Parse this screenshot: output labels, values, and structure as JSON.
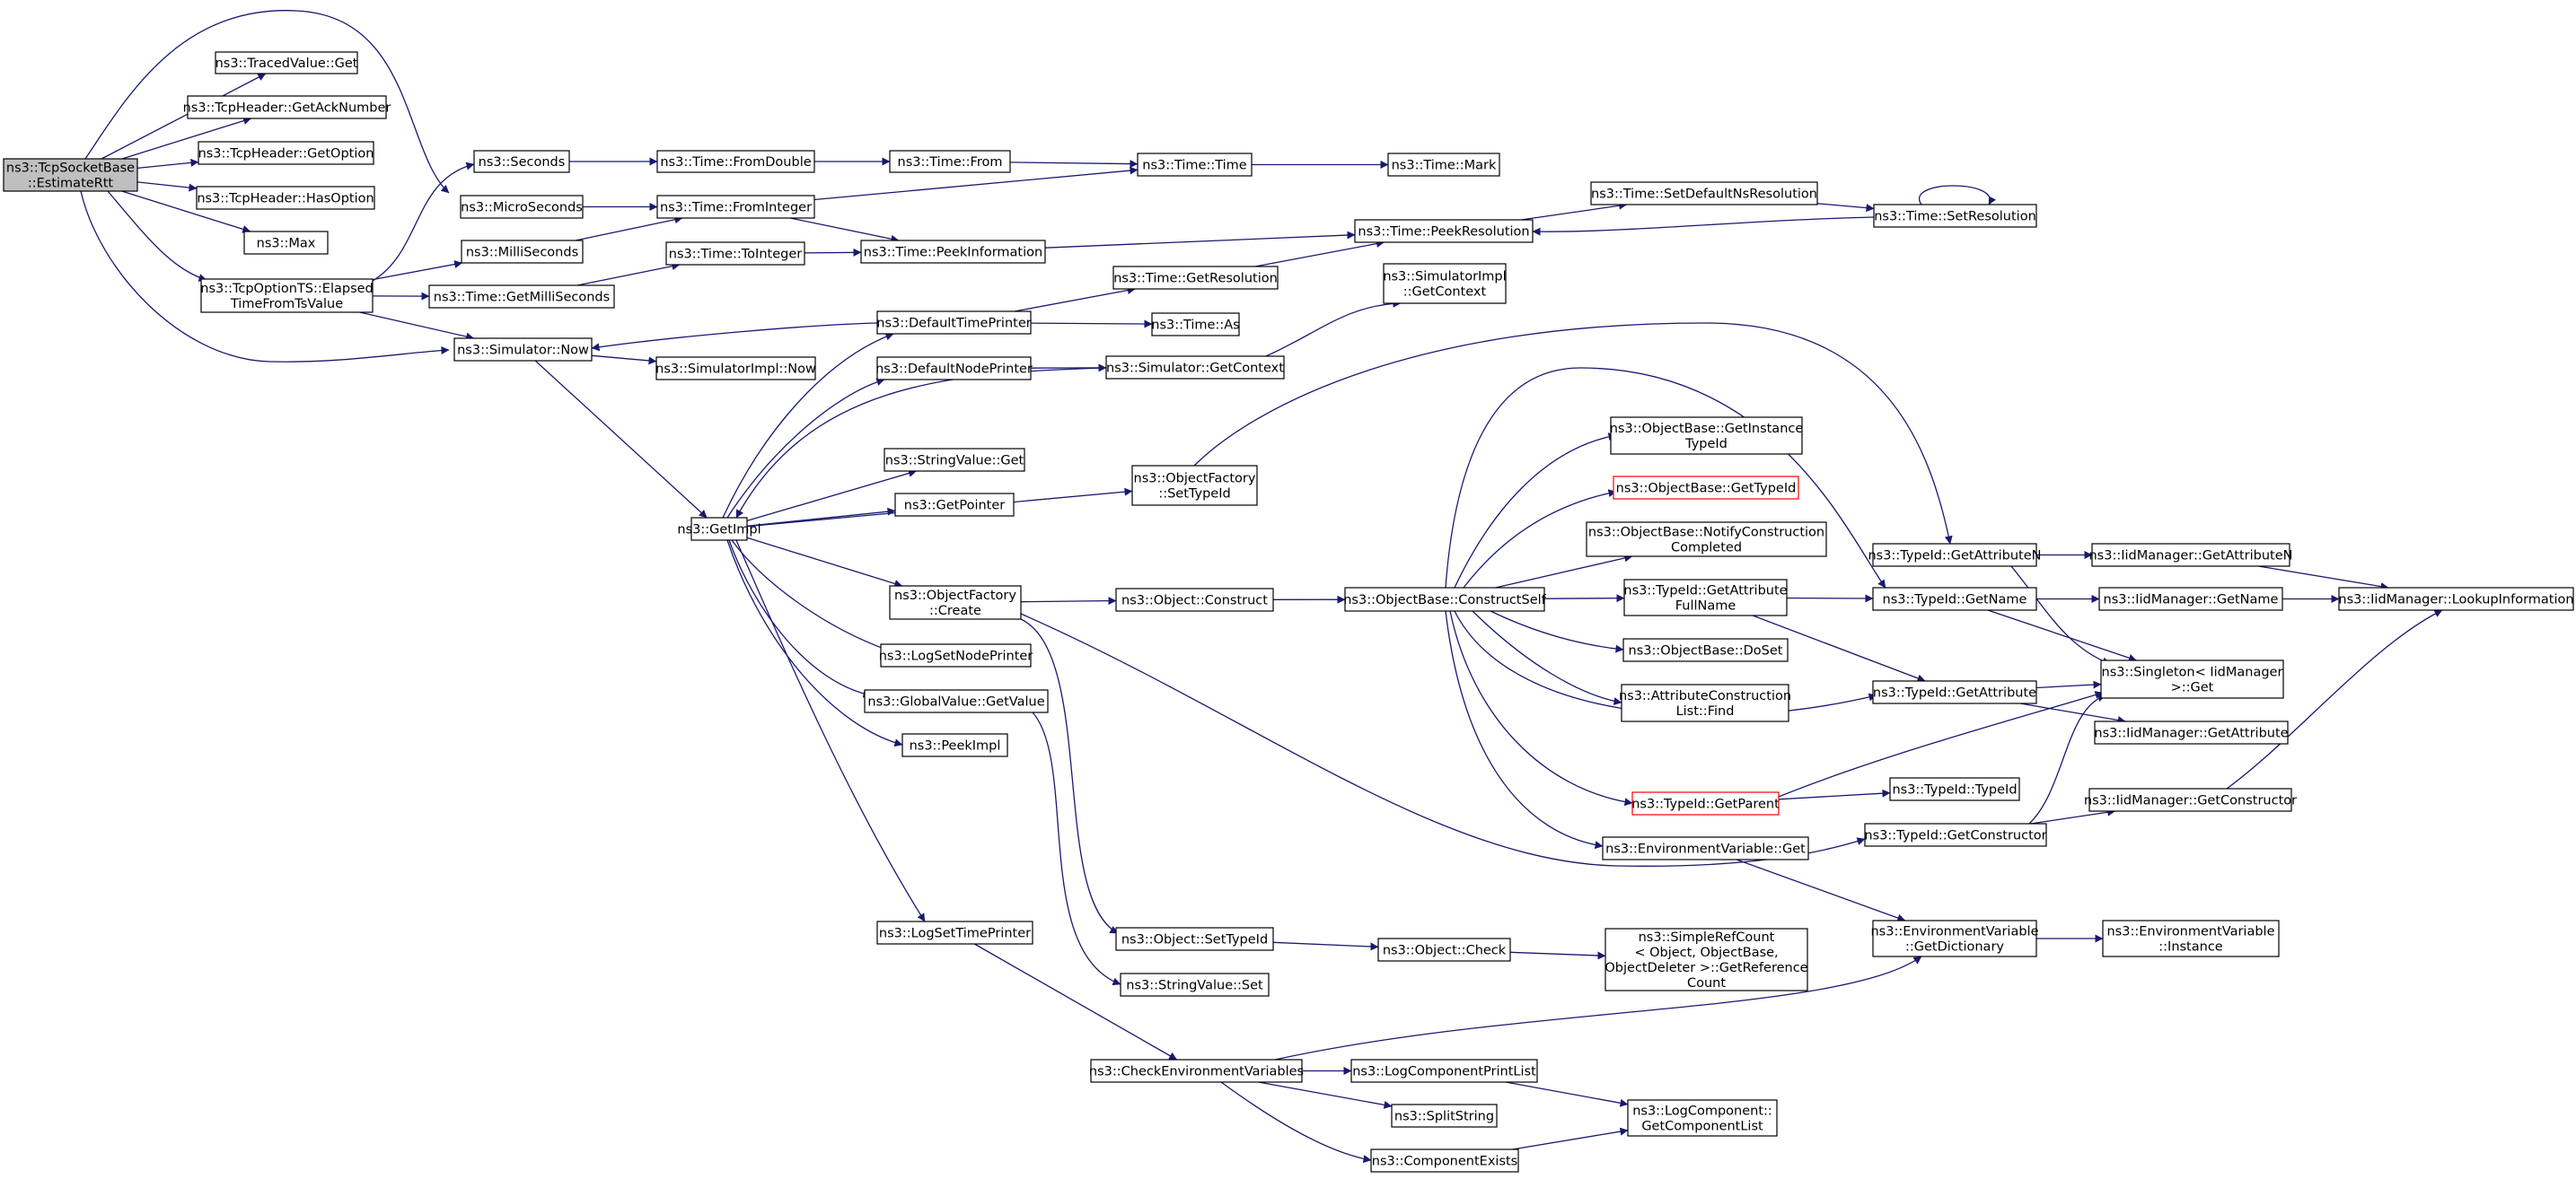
{
  "diagram": {
    "type": "call-graph",
    "colors": {
      "edge": "#191970",
      "root_fill": "#bfbfbf",
      "highlight_border": "#ff0000",
      "border": "#000000"
    },
    "nodes": [
      {
        "id": "estimateRtt",
        "lines": [
          "ns3::TcpSocketBase",
          "::EstimateRtt"
        ],
        "root": true
      },
      {
        "id": "tracedGet",
        "lines": [
          "ns3::TracedValue::Get"
        ]
      },
      {
        "id": "getAckNumber",
        "lines": [
          "ns3::TcpHeader::GetAckNumber"
        ]
      },
      {
        "id": "getOption",
        "lines": [
          "ns3::TcpHeader::GetOption"
        ]
      },
      {
        "id": "hasOption",
        "lines": [
          "ns3::TcpHeader::HasOption"
        ]
      },
      {
        "id": "max",
        "lines": [
          "ns3::Max"
        ]
      },
      {
        "id": "elapsed",
        "lines": [
          "ns3::TcpOptionTS::Elapsed",
          "TimeFromTsValue"
        ]
      },
      {
        "id": "seconds",
        "lines": [
          "ns3::Seconds"
        ]
      },
      {
        "id": "microSeconds",
        "lines": [
          "ns3::MicroSeconds"
        ]
      },
      {
        "id": "milliSeconds",
        "lines": [
          "ns3::MilliSeconds"
        ]
      },
      {
        "id": "getMilliSeconds",
        "lines": [
          "ns3::Time::GetMilliSeconds"
        ]
      },
      {
        "id": "simNow",
        "lines": [
          "ns3::Simulator::Now"
        ]
      },
      {
        "id": "fromDouble",
        "lines": [
          "ns3::Time::FromDouble"
        ]
      },
      {
        "id": "fromInteger",
        "lines": [
          "ns3::Time::FromInteger"
        ]
      },
      {
        "id": "toInteger",
        "lines": [
          "ns3::Time::ToInteger"
        ]
      },
      {
        "id": "timeFrom",
        "lines": [
          "ns3::Time::From"
        ]
      },
      {
        "id": "timeTime",
        "lines": [
          "ns3::Time::Time"
        ]
      },
      {
        "id": "timeMark",
        "lines": [
          "ns3::Time::Mark"
        ]
      },
      {
        "id": "peekInformation",
        "lines": [
          "ns3::Time::PeekInformation"
        ]
      },
      {
        "id": "peekResolution",
        "lines": [
          "ns3::Time::PeekResolution"
        ]
      },
      {
        "id": "setDefaultNsRes",
        "lines": [
          "ns3::Time::SetDefaultNsResolution"
        ]
      },
      {
        "id": "setResolution",
        "lines": [
          "ns3::Time::SetResolution"
        ]
      },
      {
        "id": "defaultTimePrinter",
        "lines": [
          "ns3::DefaultTimePrinter"
        ]
      },
      {
        "id": "getResolution",
        "lines": [
          "ns3::Time::GetResolution"
        ]
      },
      {
        "id": "timeAs",
        "lines": [
          "ns3::Time::As"
        ]
      },
      {
        "id": "simImplGetContext",
        "lines": [
          "ns3::SimulatorImpl",
          "::GetContext"
        ]
      },
      {
        "id": "simImplNow",
        "lines": [
          "ns3::SimulatorImpl::Now"
        ]
      },
      {
        "id": "defaultNodePrinter",
        "lines": [
          "ns3::DefaultNodePrinter"
        ]
      },
      {
        "id": "simGetContext",
        "lines": [
          "ns3::Simulator::GetContext"
        ]
      },
      {
        "id": "stringValueGet",
        "lines": [
          "ns3::StringValue::Get"
        ]
      },
      {
        "id": "getPointer",
        "lines": [
          "ns3::GetPointer"
        ]
      },
      {
        "id": "objFactorySetTypeId",
        "lines": [
          "ns3::ObjectFactory",
          "::SetTypeId"
        ]
      },
      {
        "id": "getImpl",
        "lines": [
          "ns3::GetImpl"
        ]
      },
      {
        "id": "objFactoryCreate",
        "lines": [
          "ns3::ObjectFactory",
          "::Create"
        ]
      },
      {
        "id": "logSetNodePrinter",
        "lines": [
          "ns3::LogSetNodePrinter"
        ]
      },
      {
        "id": "globalValueGetValue",
        "lines": [
          "ns3::GlobalValue::GetValue"
        ]
      },
      {
        "id": "peekImpl",
        "lines": [
          "ns3::PeekImpl"
        ]
      },
      {
        "id": "logSetTimePrinter",
        "lines": [
          "ns3::LogSetTimePrinter"
        ]
      },
      {
        "id": "objectConstruct",
        "lines": [
          "ns3::Object::Construct"
        ]
      },
      {
        "id": "objectSetTypeId",
        "lines": [
          "ns3::Object::SetTypeId"
        ]
      },
      {
        "id": "stringValueSet",
        "lines": [
          "ns3::StringValue::Set"
        ]
      },
      {
        "id": "objectCheck",
        "lines": [
          "ns3::Object::Check"
        ]
      },
      {
        "id": "simpleRefCount",
        "lines": [
          "ns3::SimpleRefCount",
          "< Object, ObjectBase,",
          "ObjectDeleter >::GetReference",
          "Count"
        ]
      },
      {
        "id": "constructSelf",
        "lines": [
          "ns3::ObjectBase::ConstructSelf"
        ]
      },
      {
        "id": "getInstanceTypeId",
        "lines": [
          "ns3::ObjectBase::GetInstance",
          "TypeId"
        ]
      },
      {
        "id": "objBaseGetTypeId",
        "lines": [
          "ns3::ObjectBase::GetTypeId"
        ],
        "highlight": true
      },
      {
        "id": "notifyConstruction",
        "lines": [
          "ns3::ObjectBase::NotifyConstruction",
          "Completed"
        ]
      },
      {
        "id": "getAttributeFullName",
        "lines": [
          "ns3::TypeId::GetAttribute",
          "FullName"
        ]
      },
      {
        "id": "doSet",
        "lines": [
          "ns3::ObjectBase::DoSet"
        ]
      },
      {
        "id": "attrConstructionFind",
        "lines": [
          "ns3::AttributeConstruction",
          "List::Find"
        ]
      },
      {
        "id": "typeIdGetParent",
        "lines": [
          "ns3::TypeId::GetParent"
        ],
        "highlight": true
      },
      {
        "id": "envVarGet",
        "lines": [
          "ns3::EnvironmentVariable::Get"
        ]
      },
      {
        "id": "typeIdGetAttributeN",
        "lines": [
          "ns3::TypeId::GetAttributeN"
        ]
      },
      {
        "id": "typeIdGetName",
        "lines": [
          "ns3::TypeId::GetName"
        ]
      },
      {
        "id": "typeIdGetAttribute",
        "lines": [
          "ns3::TypeId::GetAttribute"
        ]
      },
      {
        "id": "typeIdTypeId",
        "lines": [
          "ns3::TypeId::TypeId"
        ]
      },
      {
        "id": "typeIdGetConstructor",
        "lines": [
          "ns3::TypeId::GetConstructor"
        ]
      },
      {
        "id": "envGetDictionary",
        "lines": [
          "ns3::EnvironmentVariable",
          "::GetDictionary"
        ]
      },
      {
        "id": "envInstance",
        "lines": [
          "ns3::EnvironmentVariable",
          "::Instance"
        ]
      },
      {
        "id": "iidGetAttributeN",
        "lines": [
          "ns3::IidManager::GetAttributeN"
        ]
      },
      {
        "id": "iidGetName",
        "lines": [
          "ns3::IidManager::GetName"
        ]
      },
      {
        "id": "singletonGet",
        "lines": [
          "ns3::Singleton< IidManager",
          " >::Get"
        ]
      },
      {
        "id": "iidGetAttribute",
        "lines": [
          "ns3::IidManager::GetAttribute"
        ]
      },
      {
        "id": "iidGetConstructor",
        "lines": [
          "ns3::IidManager::GetConstructor"
        ]
      },
      {
        "id": "iidLookupInformation",
        "lines": [
          "ns3::IidManager::LookupInformation"
        ]
      },
      {
        "id": "checkEnvVars",
        "lines": [
          "ns3::CheckEnvironmentVariables"
        ]
      },
      {
        "id": "logCompPrintList",
        "lines": [
          "ns3::LogComponentPrintList"
        ]
      },
      {
        "id": "splitString",
        "lines": [
          "ns3::SplitString"
        ]
      },
      {
        "id": "componentExists",
        "lines": [
          "ns3::ComponentExists"
        ]
      },
      {
        "id": "getComponentList",
        "lines": [
          "ns3::LogComponent::",
          "GetComponentList"
        ]
      }
    ],
    "edges": [
      [
        "estimateRtt",
        "tracedGet"
      ],
      [
        "estimateRtt",
        "getAckNumber"
      ],
      [
        "estimateRtt",
        "getOption"
      ],
      [
        "estimateRtt",
        "hasOption"
      ],
      [
        "estimateRtt",
        "max"
      ],
      [
        "estimateRtt",
        "elapsed"
      ],
      [
        "estimateRtt",
        "microSeconds"
      ],
      [
        "estimateRtt",
        "simNow"
      ],
      [
        "elapsed",
        "seconds"
      ],
      [
        "elapsed",
        "milliSeconds"
      ],
      [
        "elapsed",
        "getMilliSeconds"
      ],
      [
        "elapsed",
        "simNow"
      ],
      [
        "seconds",
        "fromDouble"
      ],
      [
        "microSeconds",
        "fromInteger"
      ],
      [
        "milliSeconds",
        "fromInteger"
      ],
      [
        "getMilliSeconds",
        "toInteger"
      ],
      [
        "fromDouble",
        "timeFrom"
      ],
      [
        "fromInteger",
        "timeTime"
      ],
      [
        "fromInteger",
        "peekInformation"
      ],
      [
        "toInteger",
        "peekInformation"
      ],
      [
        "timeFrom",
        "timeTime"
      ],
      [
        "timeTime",
        "timeMark"
      ],
      [
        "peekInformation",
        "peekResolution"
      ],
      [
        "peekResolution",
        "setDefaultNsRes"
      ],
      [
        "setDefaultNsRes",
        "setResolution"
      ],
      [
        "setResolution",
        "peekResolution"
      ],
      [
        "setResolution",
        "setResolution"
      ],
      [
        "simNow",
        "simImplNow"
      ],
      [
        "simNow",
        "getImpl"
      ],
      [
        "defaultTimePrinter",
        "simNow"
      ],
      [
        "defaultTimePrinter",
        "getResolution"
      ],
      [
        "defaultTimePrinter",
        "timeAs"
      ],
      [
        "getResolution",
        "peekResolution"
      ],
      [
        "defaultNodePrinter",
        "simGetContext"
      ],
      [
        "simGetContext",
        "simImplGetContext"
      ],
      [
        "simGetContext",
        "getImpl"
      ],
      [
        "getImpl",
        "defaultTimePrinter"
      ],
      [
        "getImpl",
        "defaultNodePrinter"
      ],
      [
        "getImpl",
        "stringValueGet"
      ],
      [
        "getImpl",
        "getPointer"
      ],
      [
        "getImpl",
        "objFactorySetTypeId"
      ],
      [
        "getImpl",
        "objFactoryCreate"
      ],
      [
        "getImpl",
        "logSetNodePrinter"
      ],
      [
        "getImpl",
        "globalValueGetValue"
      ],
      [
        "getImpl",
        "peekImpl"
      ],
      [
        "getImpl",
        "logSetTimePrinter"
      ],
      [
        "objFactorySetTypeId",
        "typeIdGetAttributeN"
      ],
      [
        "objFactoryCreate",
        "objectConstruct"
      ],
      [
        "objFactoryCreate",
        "objectSetTypeId"
      ],
      [
        "objFactoryCreate",
        "typeIdGetConstructor"
      ],
      [
        "globalValueGetValue",
        "stringValueSet"
      ],
      [
        "objectConstruct",
        "constructSelf"
      ],
      [
        "objectSetTypeId",
        "objectCheck"
      ],
      [
        "objectCheck",
        "simpleRefCount"
      ],
      [
        "constructSelf",
        "getInstanceTypeId"
      ],
      [
        "constructSelf",
        "objBaseGetTypeId"
      ],
      [
        "constructSelf",
        "notifyConstruction"
      ],
      [
        "constructSelf",
        "getAttributeFullName"
      ],
      [
        "constructSelf",
        "doSet"
      ],
      [
        "constructSelf",
        "attrConstructionFind"
      ],
      [
        "constructSelf",
        "typeIdGetParent"
      ],
      [
        "constructSelf",
        "envVarGet"
      ],
      [
        "constructSelf",
        "typeIdGetName"
      ],
      [
        "constructSelf",
        "typeIdGetAttribute"
      ],
      [
        "getAttributeFullName",
        "typeIdGetName"
      ],
      [
        "getAttributeFullName",
        "typeIdGetAttribute"
      ],
      [
        "typeIdGetParent",
        "singletonGet"
      ],
      [
        "typeIdGetParent",
        "typeIdTypeId"
      ],
      [
        "envVarGet",
        "envGetDictionary"
      ],
      [
        "envGetDictionary",
        "envInstance"
      ],
      [
        "typeIdGetAttributeN",
        "iidGetAttributeN"
      ],
      [
        "typeIdGetAttributeN",
        "singletonGet"
      ],
      [
        "typeIdGetName",
        "iidGetName"
      ],
      [
        "typeIdGetName",
        "singletonGet"
      ],
      [
        "typeIdGetAttribute",
        "singletonGet"
      ],
      [
        "typeIdGetAttribute",
        "iidGetAttribute"
      ],
      [
        "typeIdGetConstructor",
        "singletonGet"
      ],
      [
        "typeIdGetConstructor",
        "iidGetConstructor"
      ],
      [
        "iidGetAttributeN",
        "iidLookupInformation"
      ],
      [
        "iidGetName",
        "iidLookupInformation"
      ],
      [
        "iidGetConstructor",
        "iidLookupInformation"
      ],
      [
        "logSetTimePrinter",
        "checkEnvVars"
      ],
      [
        "checkEnvVars",
        "envGetDictionary"
      ],
      [
        "checkEnvVars",
        "logCompPrintList"
      ],
      [
        "checkEnvVars",
        "splitString"
      ],
      [
        "checkEnvVars",
        "componentExists"
      ],
      [
        "logCompPrintList",
        "getComponentList"
      ],
      [
        "componentExists",
        "getComponentList"
      ]
    ]
  }
}
